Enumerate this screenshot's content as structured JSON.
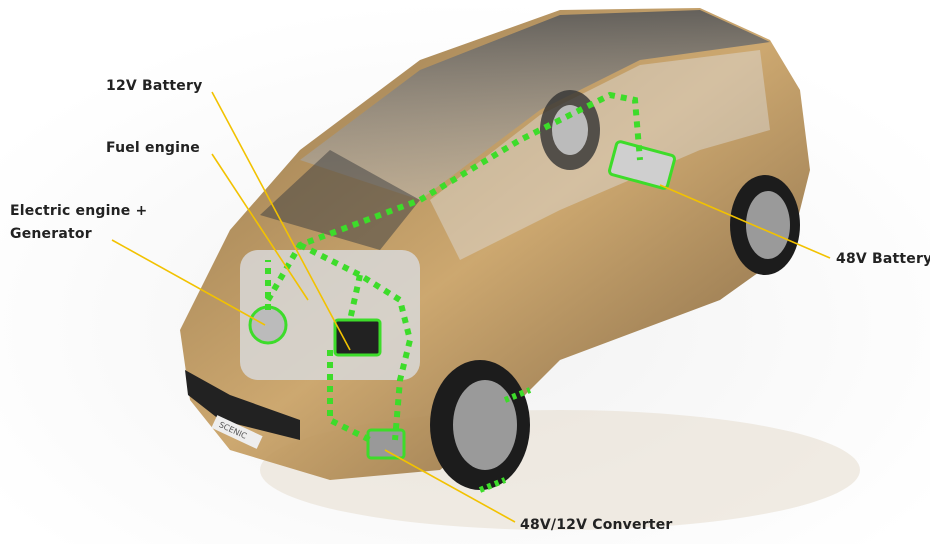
{
  "labels": {
    "battery12v": "12V Battery",
    "fuel_engine": "Fuel engine",
    "electric_engine_line1": "Electric engine +",
    "electric_engine_line2": "Generator",
    "battery48v": "48V Battery",
    "converter": "48V/12V Converter"
  },
  "badge": "SCENIC",
  "colors": {
    "leader": "#f2c200",
    "energy_flow": "#3ddc2a",
    "body": "#b48a4e",
    "roof": "#2a2a2a"
  }
}
